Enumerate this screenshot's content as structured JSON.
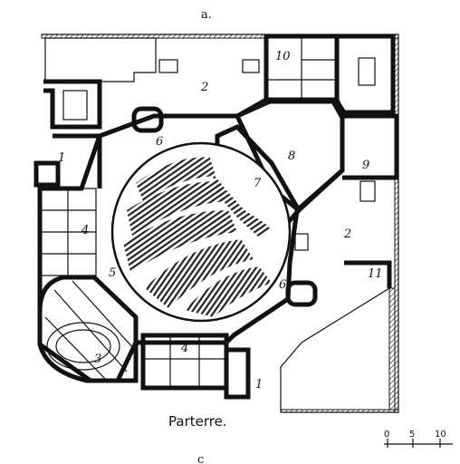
{
  "top_mark": "a.",
  "bottom_mark": "c",
  "caption": "Parterre.",
  "scale_ticks": [
    "0",
    "5",
    "10"
  ],
  "room_labels": [
    {
      "id": "r1a",
      "text": "1"
    },
    {
      "id": "r1b",
      "text": "1"
    },
    {
      "id": "r2a",
      "text": "2"
    },
    {
      "id": "r2b",
      "text": "2"
    },
    {
      "id": "r3",
      "text": "3"
    },
    {
      "id": "r4a",
      "text": "4"
    },
    {
      "id": "r4b",
      "text": "4"
    },
    {
      "id": "r5",
      "text": "5"
    },
    {
      "id": "r6a",
      "text": "6"
    },
    {
      "id": "r6b",
      "text": "6"
    },
    {
      "id": "r7",
      "text": "7"
    },
    {
      "id": "r8",
      "text": "8"
    },
    {
      "id": "r9",
      "text": "9"
    },
    {
      "id": "r10",
      "text": "10"
    },
    {
      "id": "r11",
      "text": "11"
    }
  ],
  "colors": {
    "ink": "#111111",
    "paper": "#ffffff"
  }
}
